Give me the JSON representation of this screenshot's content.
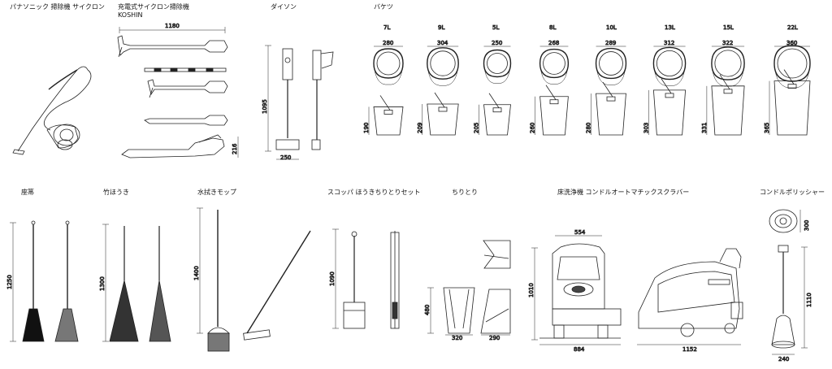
{
  "titles": {
    "panasonic": "パナソニック 掃除機 サイクロン",
    "koshin_line1": "充電式サイクロン掃除機",
    "koshin_line2": "KOSHIN",
    "dyson": "ダイソン",
    "bucket": "バケツ",
    "broom": "座箒",
    "bamboo_broom": "竹ほうき",
    "mop": "水拭きモップ",
    "dustpan_set": "スコッパ ほうきちりとりセット",
    "dustpan": "ちりとり",
    "scrubber": "床洗浄機 コンドルオートマチックスクラバー",
    "polisher": "コンドルポリッシャー"
  },
  "buckets": [
    {
      "volume": "7L",
      "width": "280",
      "height": "190"
    },
    {
      "volume": "9L",
      "width": "304",
      "height": "209"
    },
    {
      "volume": "5L",
      "width": "250",
      "height": "205"
    },
    {
      "volume": "8L",
      "width": "268",
      "height": "260"
    },
    {
      "volume": "10L",
      "width": "289",
      "height": "280"
    },
    {
      "volume": "13L",
      "width": "312",
      "height": "303"
    },
    {
      "volume": "15L",
      "width": "322",
      "height": "331"
    },
    {
      "volume": "22L",
      "width": "360",
      "height": "365"
    }
  ],
  "dims": {
    "koshin_length": "1180",
    "koshin_height": "216",
    "dyson_height": "1095",
    "dyson_width": "250",
    "broom_height": "1250",
    "bamboo_height": "1300",
    "mop_height": "1400",
    "dustpan_set_height": "1090",
    "dustpan_height": "480",
    "dustpan_width_a": "320",
    "dustpan_width_b": "290",
    "scrubber_height": "1010",
    "scrubber_top_width": "554",
    "scrubber_width": "884",
    "scrubber_length": "1152",
    "polisher_top": "300",
    "polisher_height": "1110",
    "polisher_width": "240"
  }
}
